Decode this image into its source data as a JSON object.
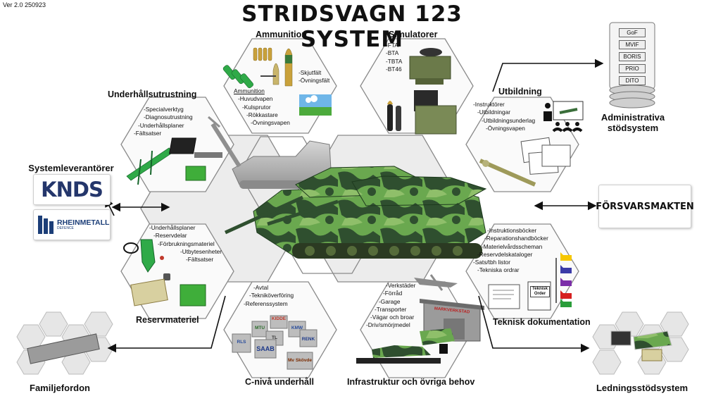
{
  "version": "Ver 2.0 250923",
  "title": "STRIDSVAGN 123 SYSTEM",
  "sections": {
    "ammunition": {
      "title": "Ammunition",
      "items_right": [
        "-Skjutfält",
        "-Övningsfält"
      ],
      "sub_heading": "Ammunition",
      "items": [
        "-Huvudvapen",
        "-Kulsprutor",
        "-Rökkastare",
        "-Övningsvapen"
      ]
    },
    "simulatorer": {
      "title": "Simulatorer",
      "items": [
        "-FTA",
        "-BTA",
        "-TBTA",
        "-BT46"
      ]
    },
    "underhallsutrustning": {
      "title": "Underhållsutrustning",
      "items": [
        "-Specialverktyg",
        "-Diagnosutrustning",
        "-Underhållsplaner",
        "-Fältsatser"
      ]
    },
    "utbildning": {
      "title": "Utbildning",
      "items": [
        "-Instruktörer",
        "-Utbildningar",
        "-Utbildningsunderlag",
        "-Övningsvapen"
      ]
    },
    "reservmateriel": {
      "title": "Reservmateriel",
      "items": [
        "-Underhållsplaner",
        "-Reservdelar",
        "-Förbrukningsmateriel",
        "-Utbytesenheter",
        "-Fältsatser"
      ]
    },
    "teknisk_dokumentation": {
      "title": "Teknisk dokumentation",
      "items": [
        "-Instruktionsböcker",
        "-Reparationshandböcker",
        "-Materielvårdsscheman",
        "-Reservdelskataloger",
        "-Sats/tbh listor",
        "-Tekniska ordrar"
      ],
      "doc_label": "Teknisk Order"
    },
    "c_niva": {
      "title": "C-nivå underhåll",
      "items": [
        "-Avtal",
        "-Tekniköverföring",
        "-Referenssystem"
      ],
      "boxes": [
        "RLS",
        "KIDDE",
        "KMW",
        "SAAB",
        "RENK",
        "Mv Skövde",
        "MTU",
        "TL"
      ]
    },
    "infrastruktur": {
      "title": "Infrastruktur och övriga behov",
      "items": [
        "-Verkstäder",
        "-Förråd",
        "-Garage",
        "-Transporter",
        "-Vägar och broar",
        "-Driv/smörjmedel"
      ],
      "building_sign": "MARKVERKSTAD"
    }
  },
  "outer": {
    "systemleverantorer": {
      "title": "Systemleverantörer",
      "knds": "KNDS",
      "rheinmetall": "RHEINMETALL",
      "rheinmetall_sub": "DEFENCE"
    },
    "admin": {
      "title_line1": "Administrativa",
      "title_line2": "stödsystem",
      "db_labels": [
        "GoF",
        "MVIF",
        "BORIS",
        "PRIO",
        "DITO"
      ]
    },
    "forsvarsmakten": {
      "logo_text": "FÖRSVARSMAKTEN"
    },
    "familjefordon": {
      "title": "Familjefordon"
    },
    "ledningsstod": {
      "title": "Ledningsstödsystem"
    }
  },
  "colors": {
    "hex_fill": "#e8e8e8",
    "hex_stroke": "#7a7a7a",
    "camo_light": "#6aa84f",
    "camo_dark": "#2f4f2f",
    "knds_blue": "#24366b",
    "rheinmetall_blue": "#1c3e78",
    "folder_colors": [
      "#f6c700",
      "#3b3ba8",
      "#7b2ea8",
      "#d62020",
      "#2a9d3a"
    ]
  }
}
